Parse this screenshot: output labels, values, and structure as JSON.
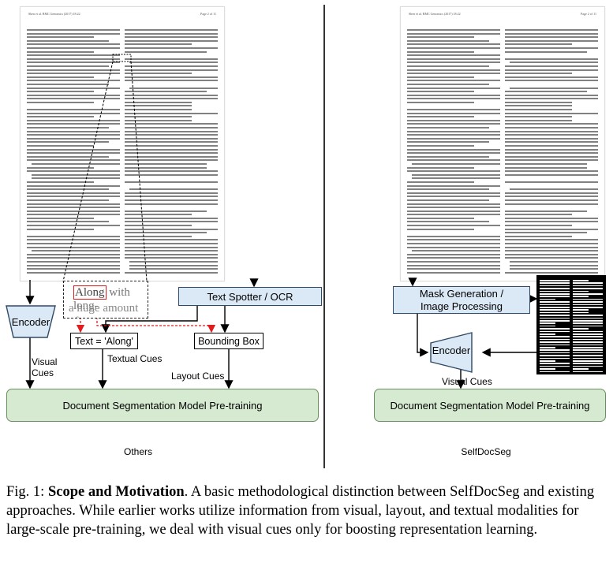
{
  "left_doc": {
    "header_left": "Shen et al. BMC Genomics (2017) 18:22",
    "header_right": "Page 2 of 11"
  },
  "right_doc": {
    "header_left": "Shen et al. BMC Genomics (2017) 18:22",
    "header_right": "Page 2 of 11"
  },
  "others": {
    "encoder": "Encoder",
    "ocr": "Text Spotter / OCR",
    "crop_word_highlight": "Along",
    "crop_line1_rest": " with long-",
    "crop_line2": "a huge amount of r",
    "text_box": "Text = 'Along'",
    "bbox": "Bounding Box",
    "visual_cues": "Visual\nCues",
    "textual_cues": "Textual Cues",
    "layout_cues": "Layout Cues",
    "pretrain": "Document Segmentation Model Pre-training",
    "label": "Others"
  },
  "selfdocseg": {
    "mask_gen": "Mask Generation /\nImage Processing",
    "encoder": "Encoder",
    "visual_cues": "Visual Cues",
    "pretrain": "Document Segmentation Model Pre-training",
    "label": "SelfDocSeg"
  },
  "caption": {
    "fig": "Fig. 1: ",
    "bold": "Scope and Motivation",
    "text": ". A basic methodological distinction between SelfDocSeg and existing approaches. While earlier works utilize information from visual, layout, and textual modalities for large-scale pre-training, we deal with visual cues only for boosting representation learning."
  },
  "colors": {
    "encoder_fill": "#dbe8f5",
    "pretrain_fill": "#d6ead1",
    "highlight": "#e21c1c",
    "arrow_red": "#e21c1c"
  }
}
